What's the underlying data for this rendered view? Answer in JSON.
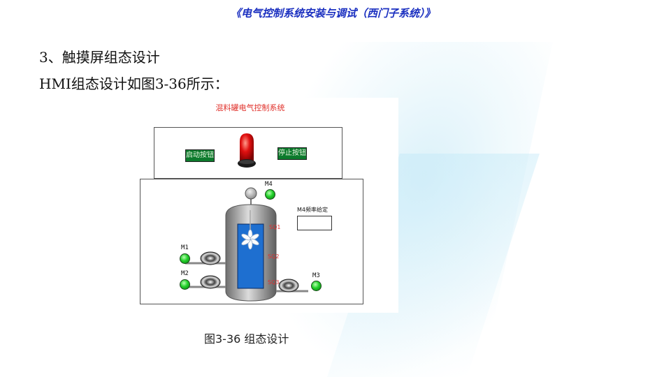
{
  "slide": {
    "header": "《电气控制系统安装与调试（西门子系统）》",
    "heading1": "3、触摸屏组态设计",
    "heading2": "HMI组态设计如图3-36所示：",
    "caption": "图3-36  组态设计"
  },
  "hmi": {
    "title": "混料罐电气控制系统",
    "start_button": "启动按钮",
    "stop_button": "停止按钮",
    "indicator_lamp_color": "#e01010",
    "motors": {
      "m1": "M1",
      "m2": "M2",
      "m3": "M3",
      "m4": "M4"
    },
    "sensors": {
      "sq1": "SQ1",
      "sq2": "SQ2",
      "sq3": "SQ3"
    },
    "freq_label": "M4频率给定",
    "freq_value": "",
    "colors": {
      "button_bg": "#0c7a2c",
      "led_on": "#22d02a",
      "tank_fill": "#1e6fd0",
      "label_red": "#e03030"
    }
  }
}
